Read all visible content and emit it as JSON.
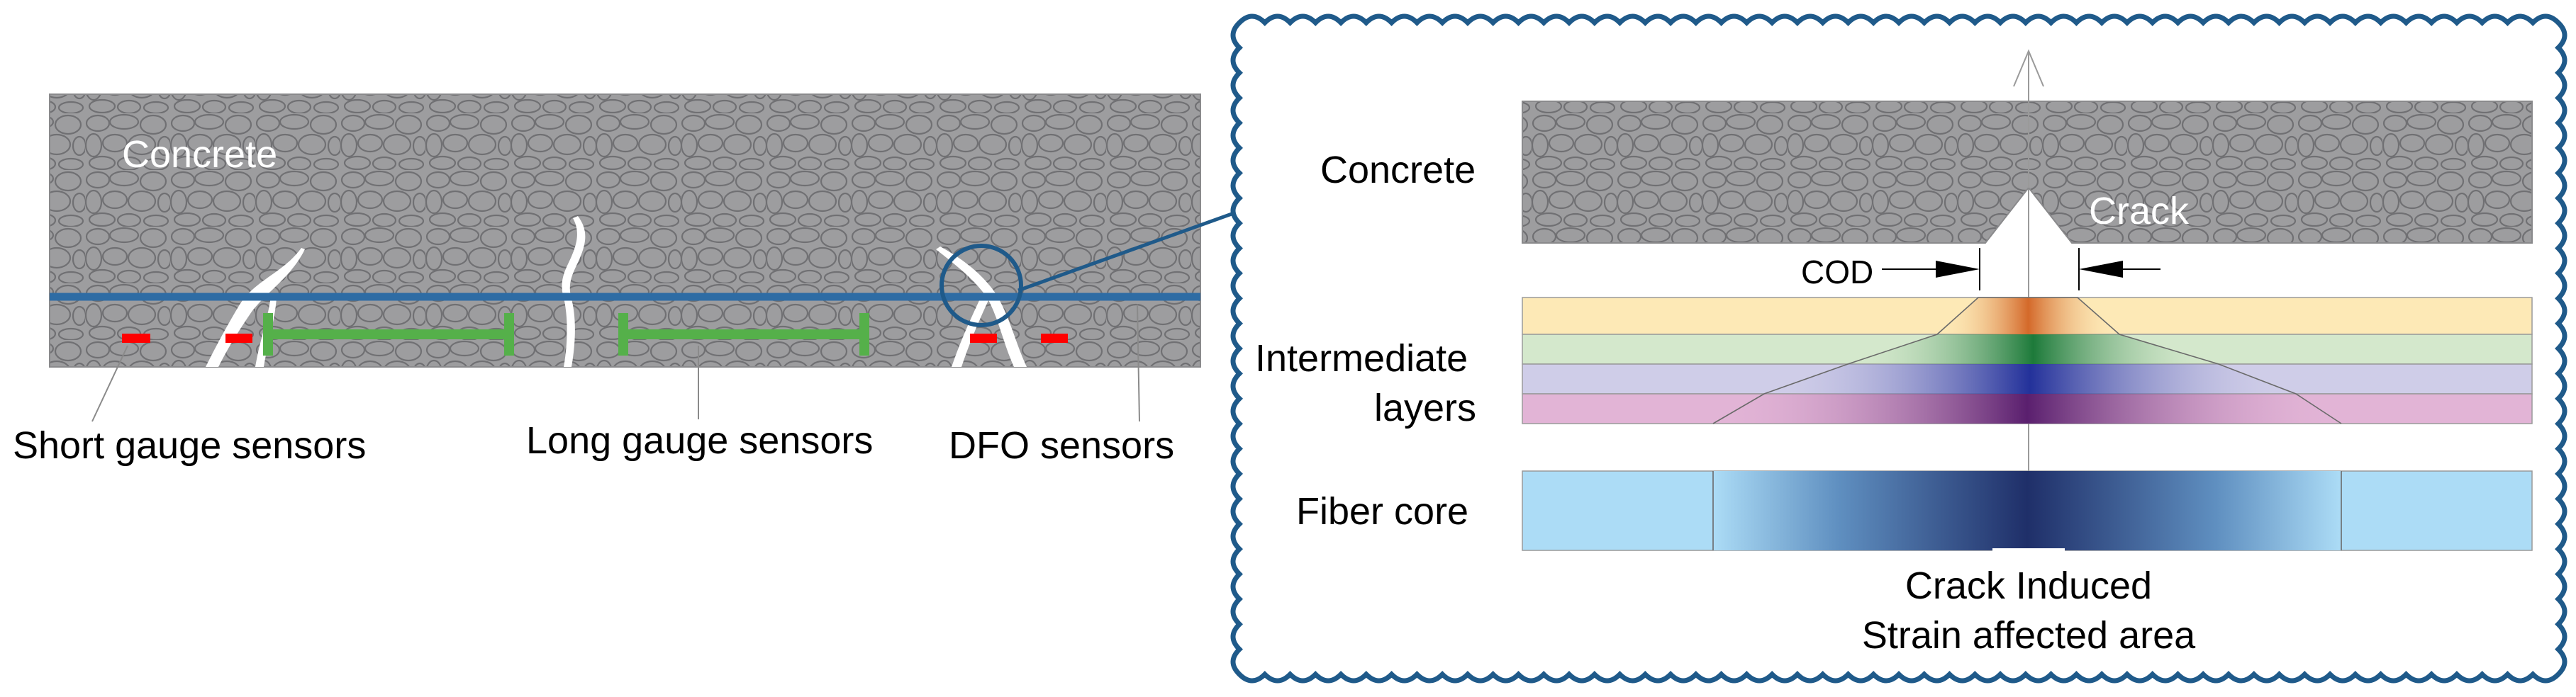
{
  "left_panel": {
    "concrete_label": "Concrete",
    "short_gauge_label": "Short gauge sensors",
    "long_gauge_label": "Long gauge sensors",
    "dfo_label": "DFO sensors"
  },
  "detail_panel": {
    "concrete_label": "Concrete",
    "crack_label": "Crack",
    "cod_label": "COD",
    "intermediate_label_line1": "Intermediate",
    "intermediate_label_line2": "layers",
    "fiber_core_label": "Fiber core",
    "strain_label_line1": "Crack Induced",
    "strain_label_line2": "Strain affected area"
  },
  "colors": {
    "concrete": "#9d9d9f",
    "aggregate_stroke": "#6f6f72",
    "fiber_blue": "#2e6ca4",
    "gauge_green": "#55b04a",
    "short_sensor_red": "#ff0000",
    "frame_border": "#1f5a8a",
    "layer_yellow": "#fde9b6",
    "layer_green": "#d4e8cc",
    "layer_purple": "#cfcde8",
    "layer_pink": "#e2b4d6",
    "fiber_core_light": "#acdcf6",
    "fiber_core_dark": "#1f2f69"
  }
}
